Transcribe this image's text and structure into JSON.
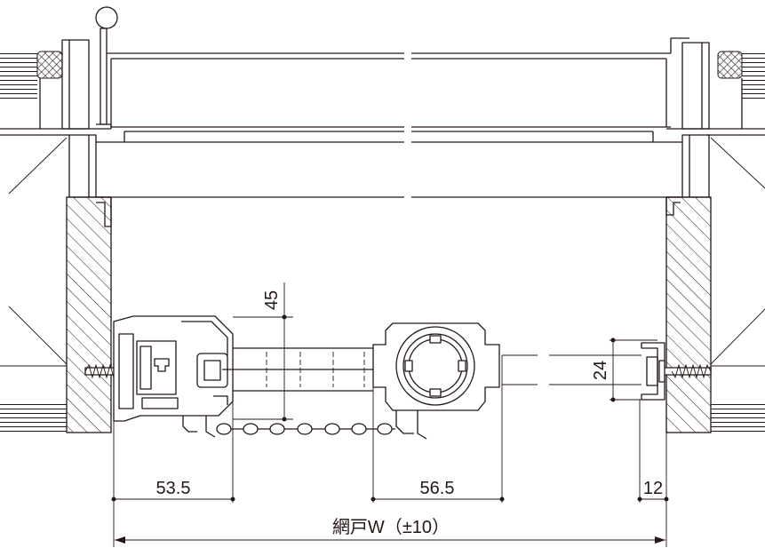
{
  "dimensions": {
    "housing_height": "45",
    "bracket_height": "24",
    "left_offset": "53.5",
    "right_offset": "56.5",
    "bracket_offset": "12",
    "overall_width": "網戸W（±10）"
  },
  "colors": {
    "line": "#231815",
    "background": "#ffffff"
  }
}
